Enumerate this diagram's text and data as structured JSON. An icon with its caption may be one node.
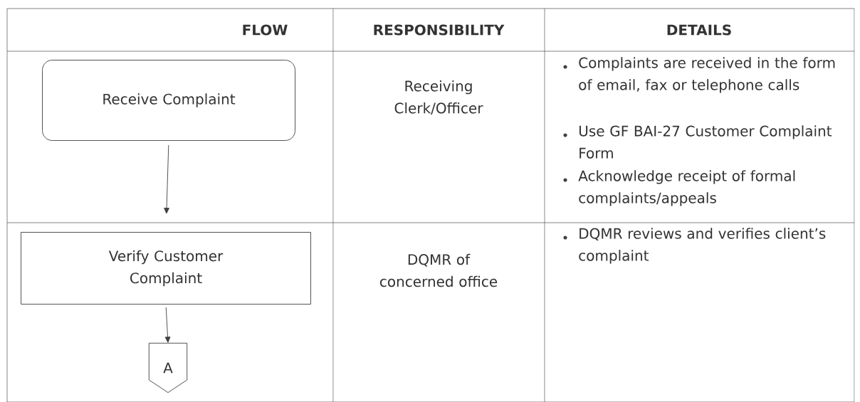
{
  "diagram": {
    "nodes": [
      {
        "text": [
          "Receive Complaint"
        ]
      },
      {
        "text": [
          "Verify Customer Complaint"
        ]
      },
      {
        "text": [
          "A"
        ]
      }
    ],
    "edges": [
      {
        "from": 0,
        "to": 1,
        "arrow": "to"
      },
      {
        "from": 1,
        "to": 2,
        "arrow": "to"
      }
    ],
    "labels": [
      "FLOW",
      "RESPONSIBILITY",
      "DETAILS",
      "Receiving Clerk/Officer",
      "Complaints are received in the form of email, fax or telephone calls",
      "Use GF BAI-27 Customer Complaint Form",
      "Acknowledge receipt of formal complaints/appeals",
      "DQMR of concerned office",
      "DQMR reviews and verifies client’s complaint"
    ]
  }
}
